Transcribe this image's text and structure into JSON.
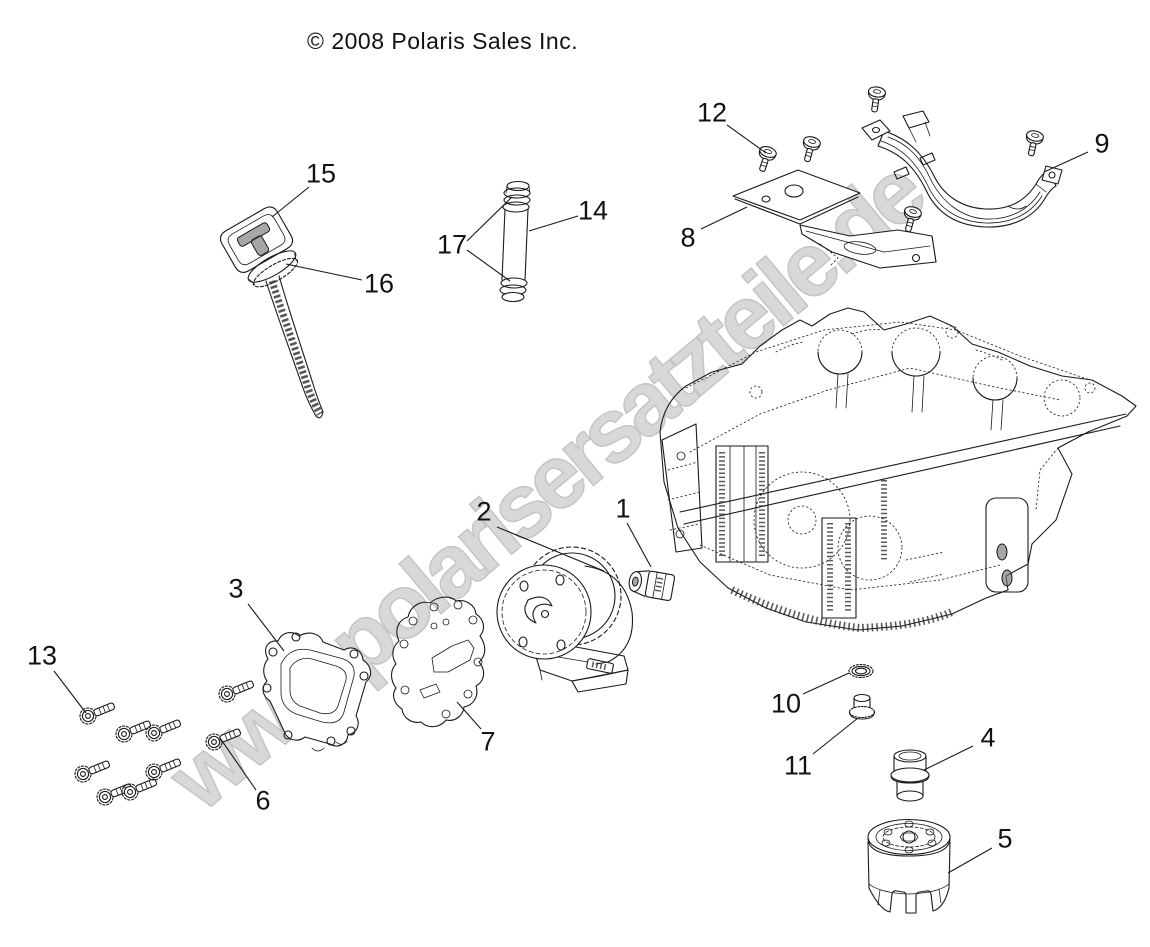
{
  "page": {
    "copyright": "© 2008 Polaris Sales Inc.",
    "watermark": "www.polarisersatzteile.de",
    "colors": {
      "background": "#ffffff",
      "line": "#1a1a1a",
      "watermark": "#d4d4d4",
      "label": "#121212"
    }
  },
  "diagram": {
    "callouts": [
      {
        "label": "1"
      },
      {
        "label": "2"
      },
      {
        "label": "3"
      },
      {
        "label": "4"
      },
      {
        "label": "5"
      },
      {
        "label": "6"
      },
      {
        "label": "7"
      },
      {
        "label": "8"
      },
      {
        "label": "9"
      },
      {
        "label": "10"
      },
      {
        "label": "11"
      },
      {
        "label": "12"
      },
      {
        "label": "13"
      },
      {
        "label": "14"
      },
      {
        "label": "15"
      },
      {
        "label": "16"
      },
      {
        "label": "17"
      }
    ]
  }
}
